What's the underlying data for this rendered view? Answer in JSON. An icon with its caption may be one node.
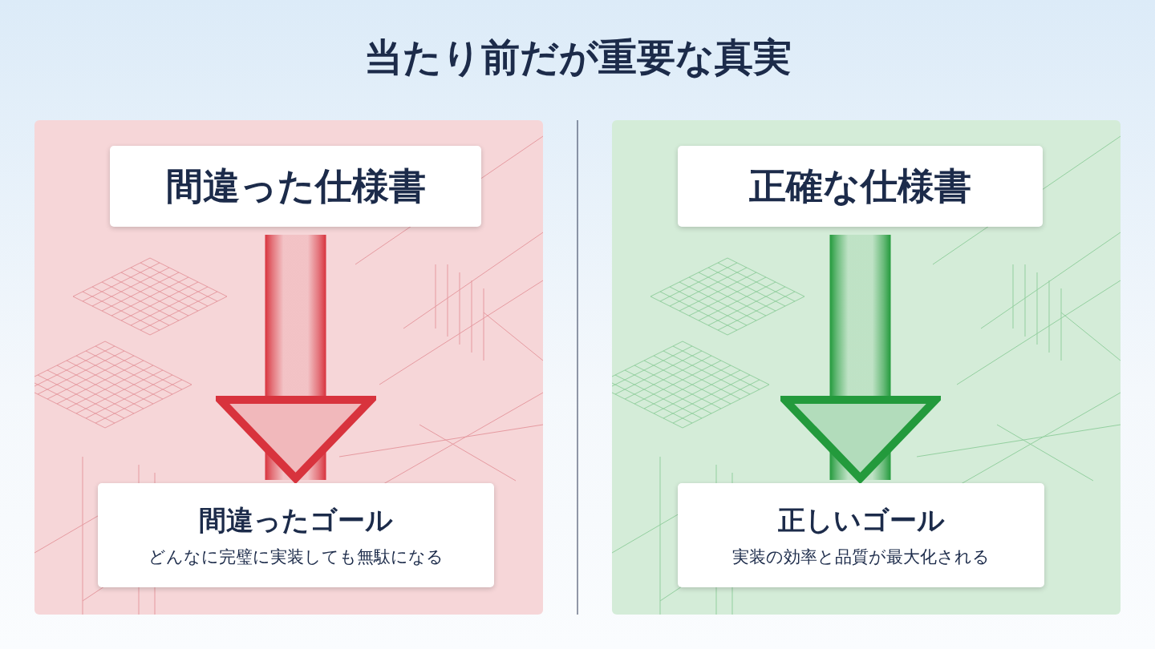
{
  "diagram": {
    "title": "当たり前だが重要な真実",
    "nodes": [
      {
        "text": [],
        "shape": "box"
      },
      {
        "text": [
          "間違った仕様書"
        ],
        "in": 0
      },
      {
        "text": [
          "間違ったゴール",
          "どんなに完璧に実装しても無駄になる"
        ],
        "in": 0
      },
      {
        "text": [],
        "shape": "box"
      },
      {
        "text": [
          "正確な仕様書"
        ],
        "in": 3
      },
      {
        "text": [
          "正しいゴール",
          "実装の効率と品質が最大化される"
        ],
        "in": 3
      }
    ],
    "edges": [
      {
        "from": 1,
        "to": 2,
        "arrow": "to",
        "color": "#d8333d"
      },
      {
        "from": 4,
        "to": 5,
        "arrow": "to",
        "color": "#239a3c"
      }
    ]
  }
}
